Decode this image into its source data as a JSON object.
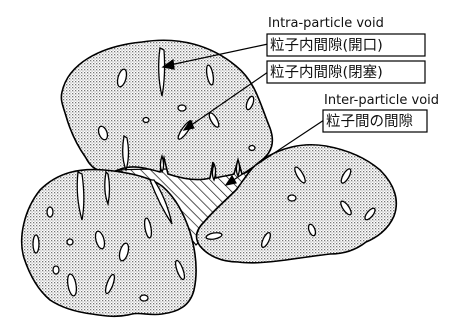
{
  "labels": {
    "intra_en": "Intra-particle void",
    "intra_open_jp": "粒子内間隙(開口)",
    "intra_closed_jp": "粒子内間隙(閉塞)",
    "inter_en": "Inter-particle void",
    "inter_jp": "粒子間の間隙"
  },
  "colors": {
    "particle_fill": "#d9d9d9",
    "outline": "#000000",
    "void_fill": "#ffffff"
  }
}
